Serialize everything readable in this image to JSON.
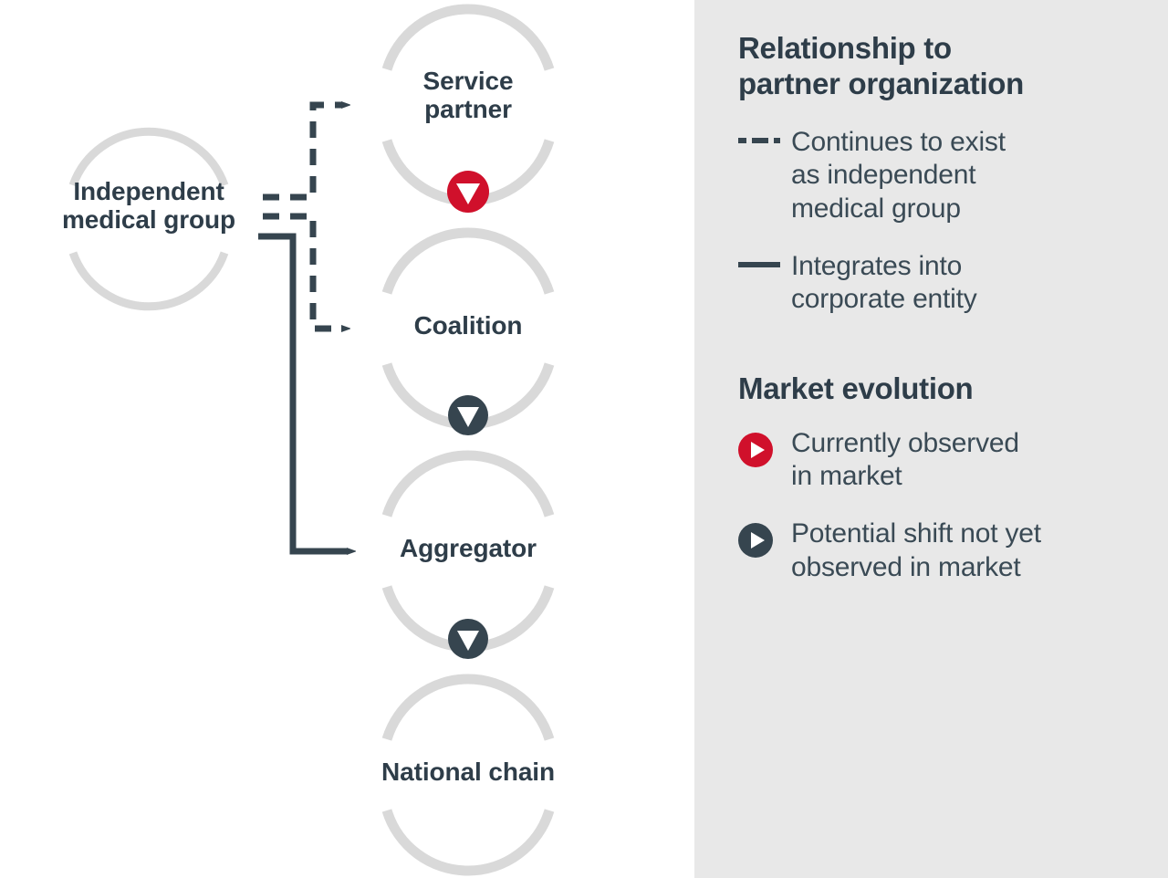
{
  "colors": {
    "accent_red": "#d0102b",
    "dark_slate": "#36454f",
    "text_dark": "#2e3d49",
    "arc_gray": "#d9d9d9",
    "panel_bg": "#e8e8e8",
    "canvas_bg": "#ffffff"
  },
  "diagram": {
    "source": {
      "label": "Independent\nmedical group"
    },
    "chain": [
      {
        "id": "service-partner",
        "label": "Service\npartner"
      },
      {
        "id": "coalition",
        "label": "Coalition"
      },
      {
        "id": "aggregator",
        "label": "Aggregator"
      },
      {
        "id": "national-chain",
        "label": "National chain"
      }
    ],
    "transitions": [
      {
        "from": "service-partner",
        "to": "coalition",
        "marker": "currently-observed",
        "color": "#d0102b"
      },
      {
        "from": "coalition",
        "to": "aggregator",
        "marker": "potential-shift",
        "color": "#36454f"
      },
      {
        "from": "aggregator",
        "to": "national-chain",
        "marker": "potential-shift",
        "color": "#36454f"
      }
    ],
    "connectors": [
      {
        "from": "independent-medical-group",
        "to": "service-partner",
        "style": "dashed"
      },
      {
        "from": "independent-medical-group",
        "to": "coalition",
        "style": "dashed"
      },
      {
        "from": "independent-medical-group",
        "to": "aggregator",
        "style": "solid"
      }
    ]
  },
  "legend": {
    "section_one": {
      "heading": "Relationship to\npartner organization",
      "items": [
        {
          "marker": "dashed-line",
          "text": "Continues to exist\nas independent\nmedical group"
        },
        {
          "marker": "solid-line",
          "text": "Integrates into\ncorporate entity"
        }
      ]
    },
    "section_two": {
      "heading": "Market evolution",
      "items": [
        {
          "marker": "red-play-icon",
          "text": "Currently observed\nin market"
        },
        {
          "marker": "dark-play-icon",
          "text": "Potential shift not yet\nobserved in market"
        }
      ]
    }
  }
}
